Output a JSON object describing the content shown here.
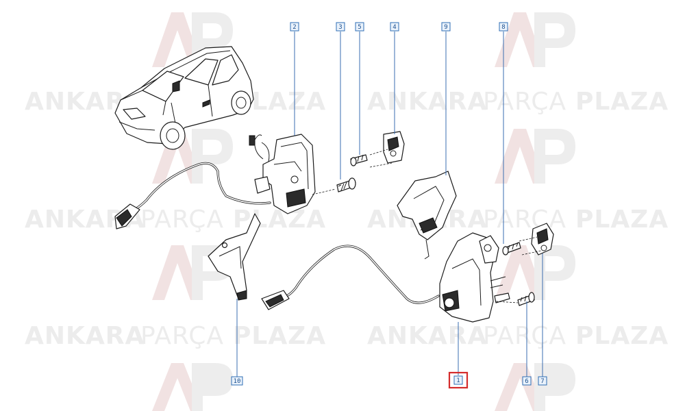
{
  "watermark": {
    "brand_word_1": "ANKARA",
    "brand_word_2": "PARÇA",
    "brand_word_3": "PLAZA",
    "logo_letters": "AP",
    "colors": {
      "text": "#ececec",
      "logo_red": "#f3d6d6",
      "logo_grey": "#ececec"
    }
  },
  "callouts": [
    {
      "id": "c1",
      "label": "1",
      "highlighted": true
    },
    {
      "id": "c2",
      "label": "2",
      "highlighted": false
    },
    {
      "id": "c3",
      "label": "3",
      "highlighted": false
    },
    {
      "id": "c4",
      "label": "4",
      "highlighted": false
    },
    {
      "id": "c5",
      "label": "5",
      "highlighted": false
    },
    {
      "id": "c6",
      "label": "6",
      "highlighted": false
    },
    {
      "id": "c7",
      "label": "7",
      "highlighted": false
    },
    {
      "id": "c8",
      "label": "8",
      "highlighted": false
    },
    {
      "id": "c9",
      "label": "9",
      "highlighted": false
    },
    {
      "id": "c10",
      "label": "10",
      "highlighted": false
    }
  ],
  "colors": {
    "callout_border": "#2e6db4",
    "callout_fill": "#eaf2fb",
    "highlight": "#d42b2b",
    "line_art": "#1a1a1a"
  }
}
